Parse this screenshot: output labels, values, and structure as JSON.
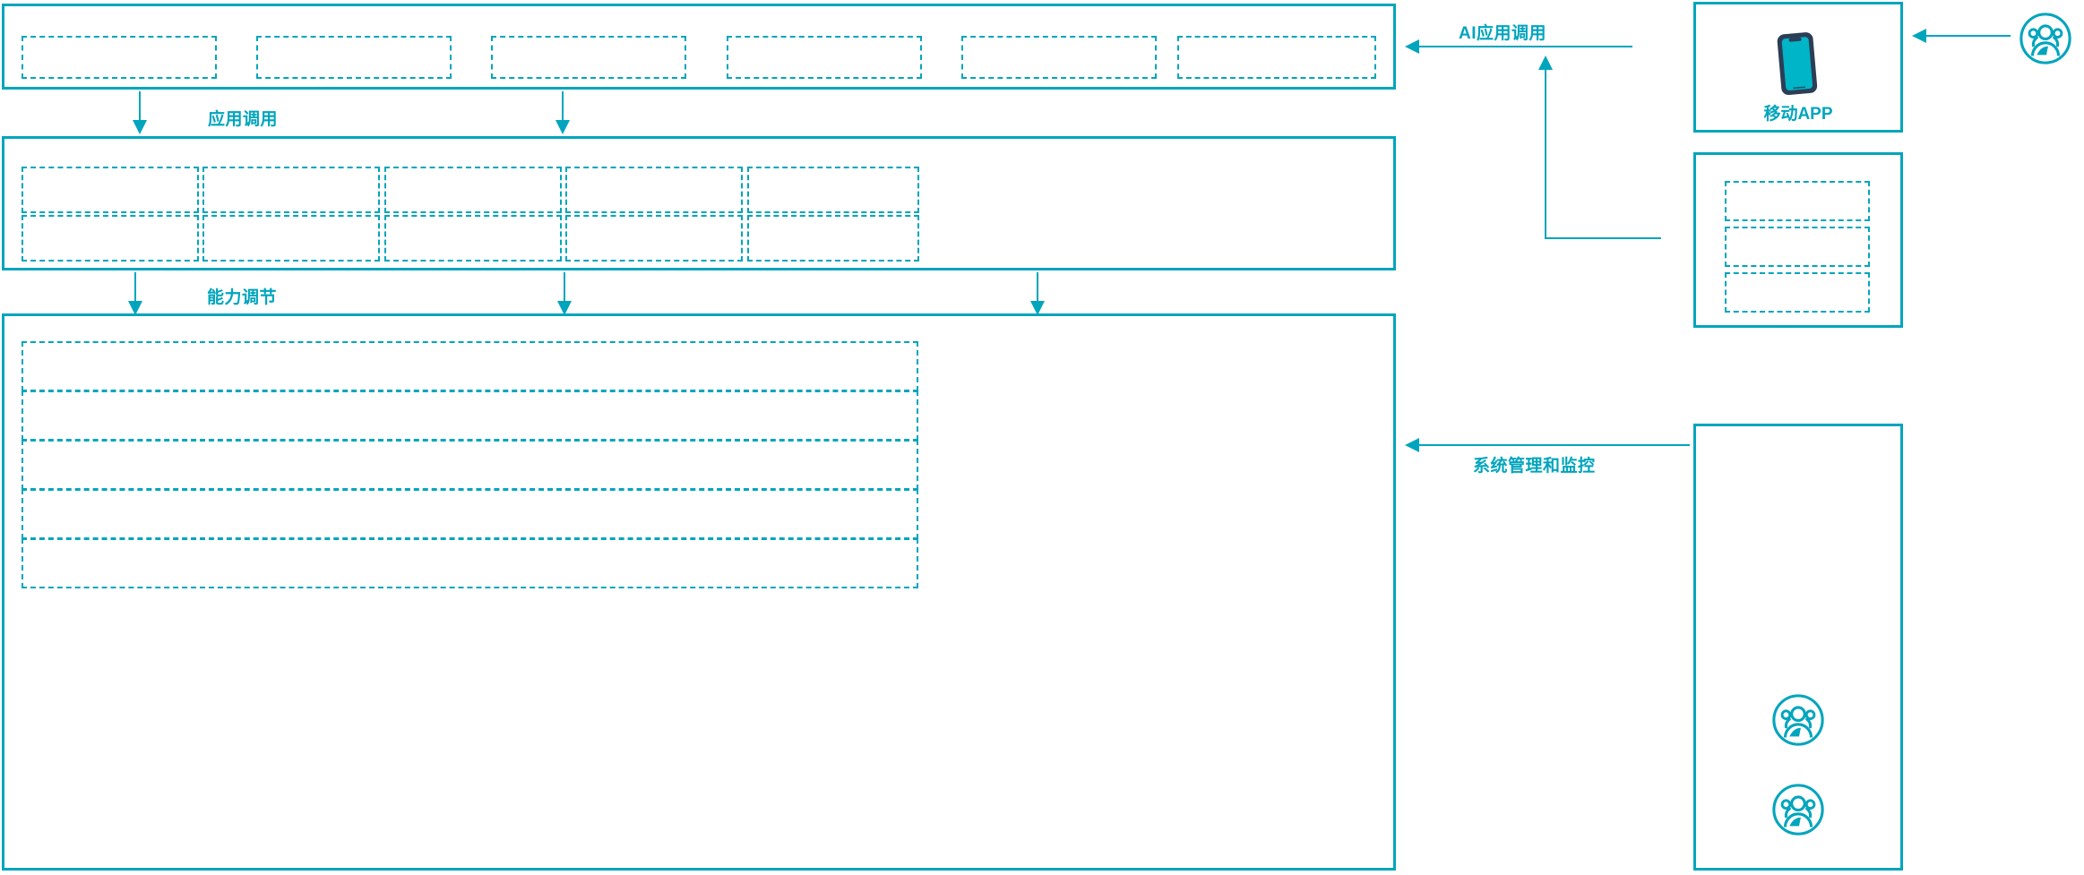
{
  "diagram": {
    "accent_color": "#00A5BD",
    "phone_frame_color": "#2C3E56",
    "phone_screen_color": "#00B5C8",
    "background": "#ffffff"
  },
  "layers": {
    "application_layer": {
      "name": "application-layer",
      "box_count": 4,
      "boxes": [
        "",
        "",
        "",
        ""
      ]
    },
    "capability_layer": {
      "name": "capability-layer",
      "columns": 5,
      "rows": 2,
      "boxes": [
        "",
        "",
        "",
        "",
        "",
        "",
        "",
        "",
        "",
        ""
      ]
    },
    "platform_layer": {
      "name": "platform-layer",
      "rows": 5,
      "boxes": [
        "",
        "",
        "",
        "",
        ""
      ]
    }
  },
  "connectors": {
    "app_invoke_label": "应用调用",
    "capability_adjust_label": "能力调节",
    "ai_app_invoke_label": "AI应用调用",
    "system_management_label": "系统管理和监控"
  },
  "right_column": {
    "mobile_app_panel": {
      "caption": "移动APP",
      "icon": "mobile-phone-icon"
    },
    "middle_panel": {
      "caption": "",
      "box_count": 3,
      "boxes": [
        "",
        "",
        ""
      ]
    },
    "users_panel": {
      "caption": "",
      "icons": [
        "users-group-icon",
        "users-group-icon"
      ]
    },
    "external_user_icon": "users-group-icon"
  }
}
